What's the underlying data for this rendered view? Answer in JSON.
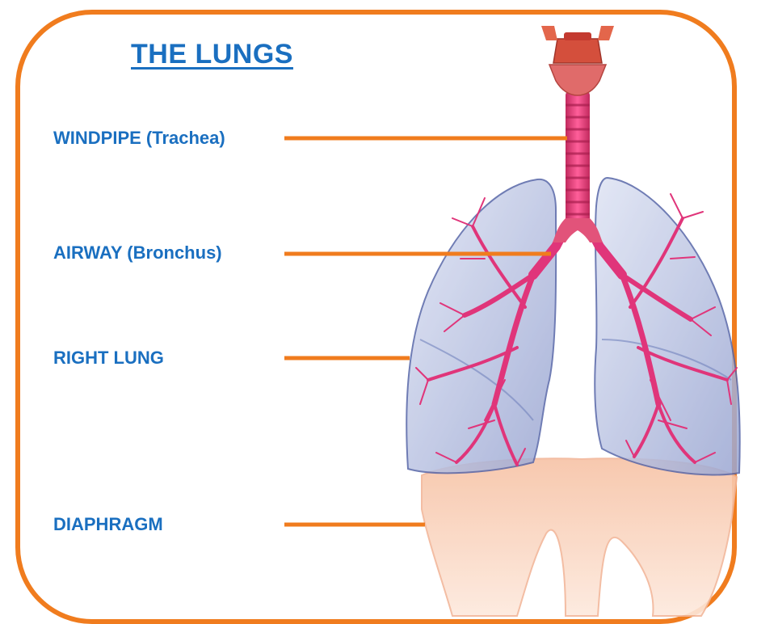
{
  "title": "THE LUNGS",
  "labels": {
    "windpipe": "WINDPIPE (Trachea)",
    "airway": "AIRWAY (Bronchus)",
    "right_lung": "RIGHT LUNG",
    "diaphragm": "DIAPHRAGM"
  },
  "colors": {
    "frame": "#f07c1e",
    "text": "#1a6fc0",
    "leader": "#f07c1e",
    "airway": "#e0357a",
    "lung": "#8c9ccc"
  }
}
